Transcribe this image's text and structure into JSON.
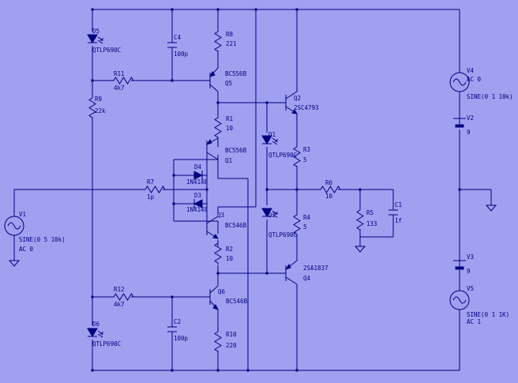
{
  "colors": {
    "background": "#a0a0f0",
    "wire": "#000080",
    "text": "#000080"
  },
  "components": {
    "D5": {
      "ref": "D5",
      "value": "QTLP690C"
    },
    "C4": {
      "ref": "C4",
      "value": "100p"
    },
    "R8": {
      "ref": "R8",
      "value": "221"
    },
    "R11": {
      "ref": "R11",
      "value": "4k7"
    },
    "Q5": {
      "ref": "Q5",
      "value": "BC556B"
    },
    "R9": {
      "ref": "R9",
      "value": "22k"
    },
    "Q2": {
      "ref": "Q2",
      "value": "2SC4793"
    },
    "R1": {
      "ref": "R1",
      "value": "10"
    },
    "D1": {
      "ref": "D1",
      "value": "QTLP690C"
    },
    "Q1": {
      "ref": "Q1",
      "value": "BC556B"
    },
    "R3": {
      "ref": "R3",
      "value": "5"
    },
    "D4": {
      "ref": "D4",
      "value": "1N4148"
    },
    "R7": {
      "ref": "R7",
      "value": "1p"
    },
    "D3": {
      "ref": "D3",
      "value": "1N4148"
    },
    "R6": {
      "ref": "R6",
      "value": "10"
    },
    "C1": {
      "ref": "C1",
      "value": "1f"
    },
    "R5": {
      "ref": "R5",
      "value": "133"
    },
    "V1": {
      "ref": "V1",
      "value": "SINE(0 5 10k)",
      "ac": "AC 0"
    },
    "Q3": {
      "ref": "Q3",
      "value": "BC546B"
    },
    "D2": {
      "ref": "D2",
      "value": "QTLP690C"
    },
    "R4": {
      "ref": "R4",
      "value": "5"
    },
    "R2": {
      "ref": "R2",
      "value": "10"
    },
    "Q4": {
      "ref": "Q4",
      "value": "2SA1837"
    },
    "R12": {
      "ref": "R12",
      "value": "4k7"
    },
    "Q6": {
      "ref": "Q6",
      "value": "BC546B"
    },
    "D6": {
      "ref": "D6",
      "value": "QTLP690C"
    },
    "C2": {
      "ref": "C2",
      "value": "100p"
    },
    "R10": {
      "ref": "R10",
      "value": "220"
    },
    "V4": {
      "ref": "V4",
      "value": "SINE(0 1 10k)",
      "ac": "AC 0"
    },
    "V2": {
      "ref": "V2",
      "value": "9"
    },
    "V3": {
      "ref": "V3",
      "value": "9"
    },
    "V5": {
      "ref": "V5",
      "value": "SINE(0 1 1K)",
      "ac": "AC 1"
    }
  }
}
